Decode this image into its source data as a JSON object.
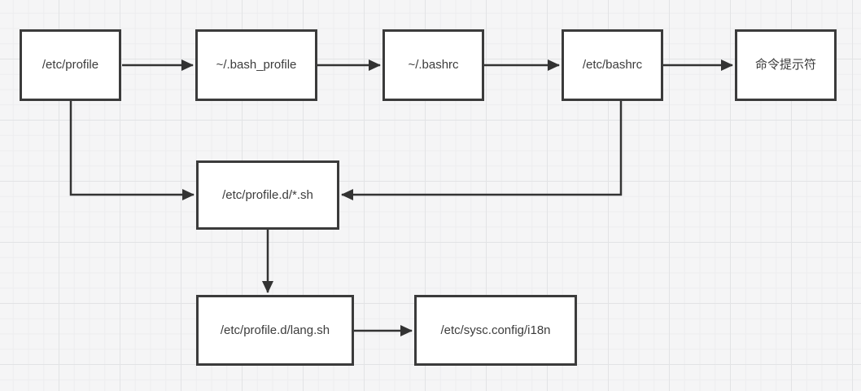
{
  "diagram": {
    "title": "bash startup files flowchart",
    "colors": {
      "canvas_background": "#f5f5f6",
      "grid_minor": "#ededef",
      "grid_major": "#e2e3e5",
      "node_fill": "#ffffff",
      "node_border": "#3b3b3b",
      "edge_stroke": "#333333",
      "text": "#3c3c3c"
    },
    "nodes": [
      {
        "id": "etc-profile",
        "label": "/etc/profile"
      },
      {
        "id": "bash-profile",
        "label": "~/.bash_profile"
      },
      {
        "id": "bashrc",
        "label": "~/.bashrc"
      },
      {
        "id": "etc-bashrc",
        "label": "/etc/bashrc"
      },
      {
        "id": "command-prompt",
        "label": "命令提示符"
      },
      {
        "id": "profile-d-sh",
        "label": "/etc/profile.d/*.sh"
      },
      {
        "id": "lang-sh",
        "label": "/etc/profile.d/lang.sh"
      },
      {
        "id": "i18n",
        "label": "/etc/sysc.config/i18n"
      }
    ],
    "edges": [
      {
        "from": "/etc/profile",
        "to": "~/.bash_profile"
      },
      {
        "from": "~/.bash_profile",
        "to": "~/.bashrc"
      },
      {
        "from": "~/.bashrc",
        "to": "/etc/bashrc"
      },
      {
        "from": "/etc/bashrc",
        "to": "命令提示符"
      },
      {
        "from": "/etc/profile",
        "to": "/etc/profile.d/*.sh"
      },
      {
        "from": "/etc/bashrc",
        "to": "/etc/profile.d/*.sh"
      },
      {
        "from": "/etc/profile.d/*.sh",
        "to": "/etc/profile.d/lang.sh"
      },
      {
        "from": "/etc/profile.d/lang.sh",
        "to": "/etc/sysc.config/i18n"
      }
    ]
  }
}
